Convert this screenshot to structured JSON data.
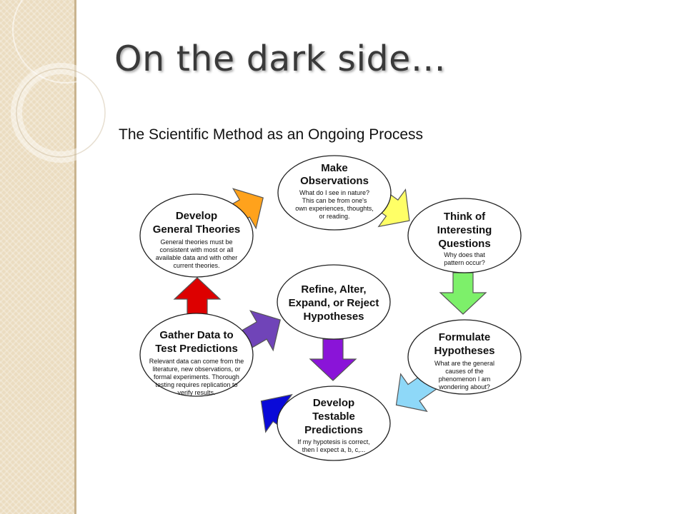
{
  "slide": {
    "title": "On the dark side…",
    "diagram_title": "The Scientific Method as an Ongoing Process"
  },
  "colors": {
    "sidebar": "#ebdcc0",
    "sidebar_edge": "#c9b48f",
    "title_text": "#3a3a3a"
  },
  "diagram": {
    "nodes": [
      {
        "id": "make-observations",
        "title": [
          "Make",
          "Observations"
        ],
        "description": [
          "What do I see in nature?",
          "This can be from one's",
          "own experiences, thoughts,",
          "or reading."
        ]
      },
      {
        "id": "think-questions",
        "title": [
          "Think of",
          "Interesting",
          "Questions"
        ],
        "description": [
          "Why does that",
          "pattern occur?"
        ]
      },
      {
        "id": "formulate-hypotheses",
        "title": [
          "Formulate",
          "Hypotheses"
        ],
        "description": [
          "What are the general",
          "causes of the",
          "phenomenon I am",
          "wondering about?"
        ]
      },
      {
        "id": "develop-predictions",
        "title": [
          "Develop",
          "Testable",
          "Predictions"
        ],
        "description": [
          "If my hypotesis is correct,",
          "then I expect a, b, c,..."
        ]
      },
      {
        "id": "gather-data",
        "title": [
          "Gather Data to",
          "Test Predictions"
        ],
        "description": [
          "Relevant data can come from the",
          "literature, new observations, or",
          "formal experiments.  Thorough",
          "testing requires replication to",
          "verify results."
        ]
      },
      {
        "id": "develop-theories",
        "title": [
          "Develop",
          "General Theories"
        ],
        "description": [
          "General theories must be",
          "consistent with most or all",
          "available data and with other",
          "current theories."
        ]
      },
      {
        "id": "refine-hypotheses",
        "title": [
          "Refine, Alter,",
          "Expand, or Reject",
          "Hypotheses"
        ],
        "description": []
      }
    ],
    "arrows": [
      {
        "from": "develop-theories",
        "to": "make-observations",
        "color": "#ffa21c"
      },
      {
        "from": "make-observations",
        "to": "think-questions",
        "color": "#ffff66"
      },
      {
        "from": "think-questions",
        "to": "formulate-hypotheses",
        "color": "#7df06a"
      },
      {
        "from": "formulate-hypotheses",
        "to": "develop-predictions",
        "color": "#8ed8f8"
      },
      {
        "from": "develop-predictions",
        "to": "gather-data",
        "color": "#0a0ad8"
      },
      {
        "from": "gather-data",
        "to": "develop-theories",
        "color": "#dd0000"
      },
      {
        "from": "gather-data",
        "to": "refine-hypotheses",
        "color": "#7044b8"
      },
      {
        "from": "refine-hypotheses",
        "to": "develop-predictions",
        "color": "#8a14d8"
      }
    ]
  }
}
